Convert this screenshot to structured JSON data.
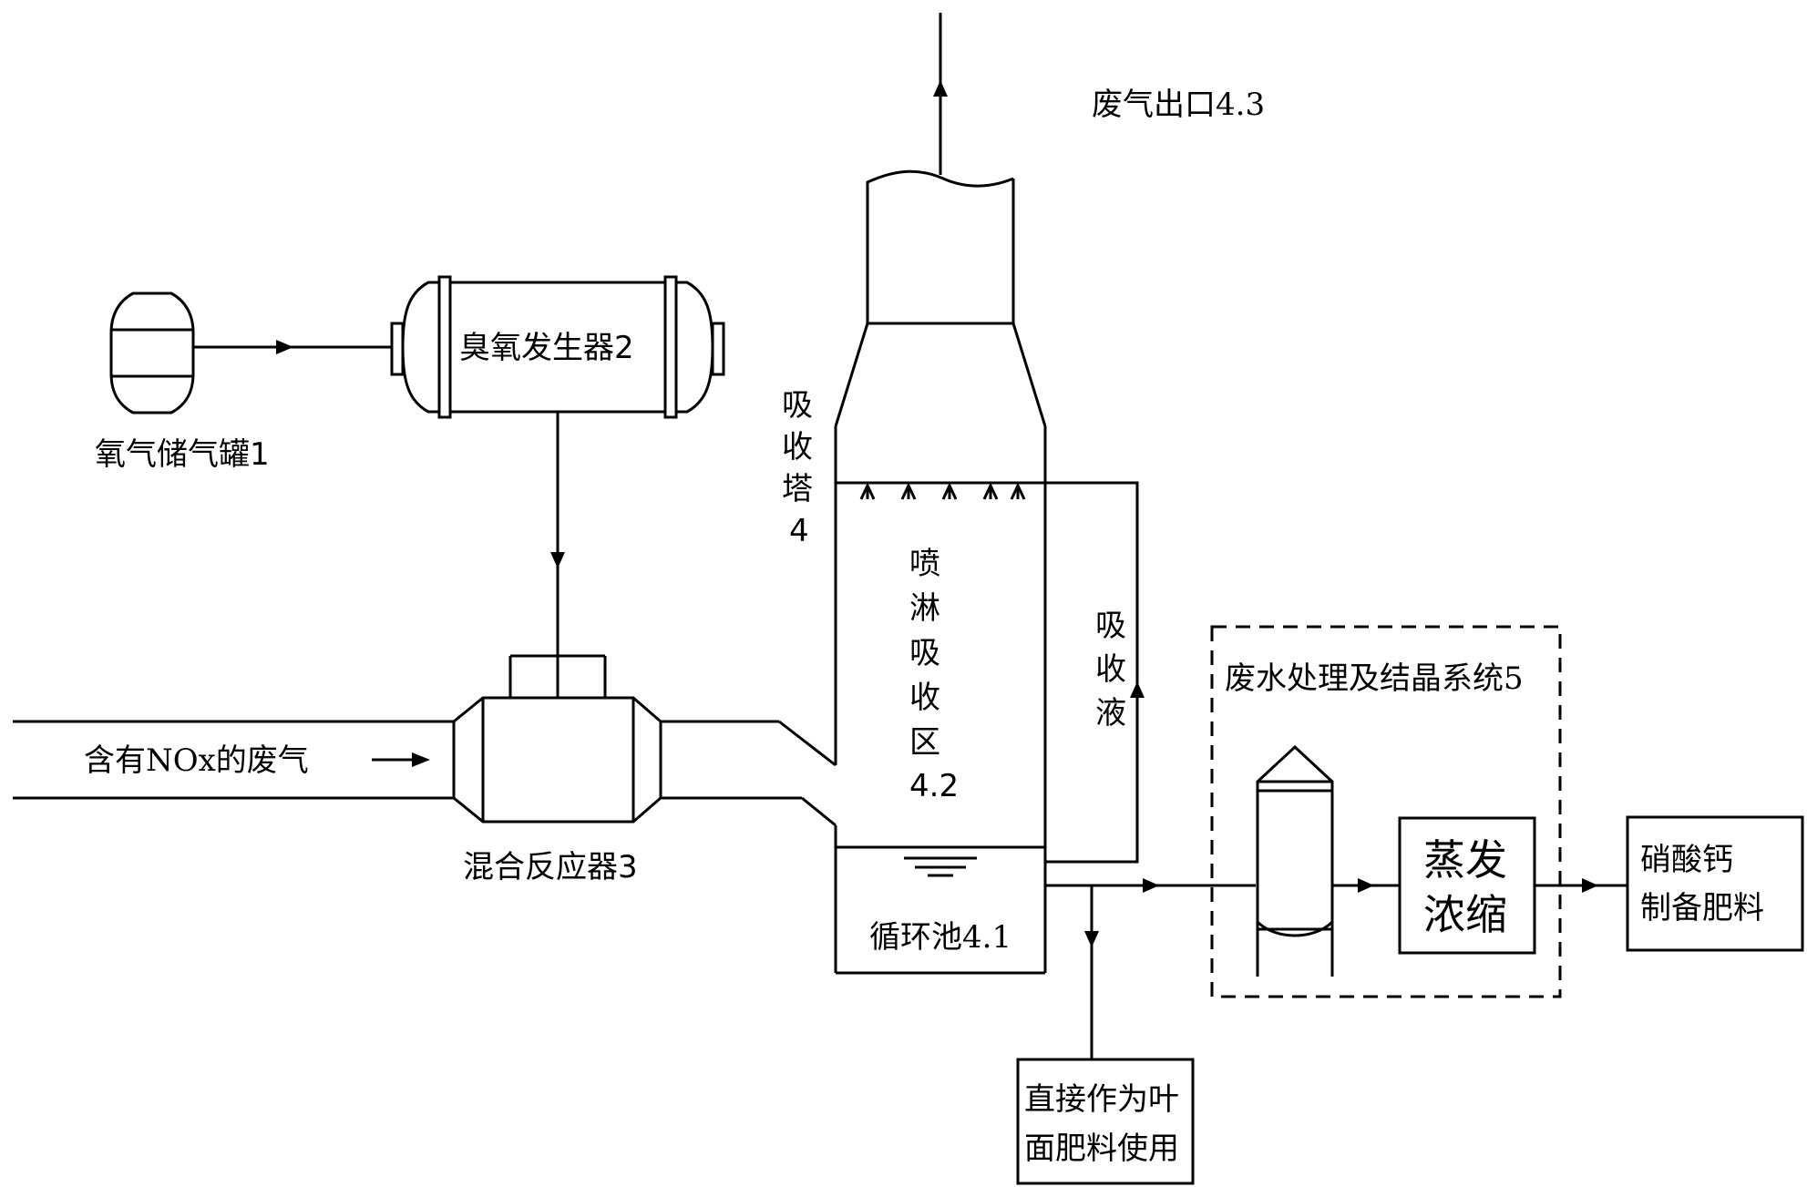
{
  "labels": {
    "oxygen_tank": "氧气储气罐1",
    "ozone_generator": "臭氧发生器2",
    "mixing_reactor": "混合反应器3",
    "inlet_gas": "含有NOx的废气",
    "exhaust_outlet": "废气出口4.3",
    "absorption_tower": [
      "吸",
      "收",
      "塔",
      "4"
    ],
    "spray_zone": [
      "喷",
      "淋",
      "吸",
      "收",
      "区",
      "4.2"
    ],
    "absorbent_liquid": [
      "吸",
      "收",
      "液"
    ],
    "circulation_pool": "循环池4.1",
    "wastewater_system": "废水处理及结晶系统5",
    "evaporation": [
      "蒸发",
      "浓缩"
    ],
    "fertilizer_product": [
      "硝酸钙",
      "制备肥料"
    ],
    "foliar_fertilizer": [
      "直接作为叶",
      "面肥料使用"
    ]
  }
}
